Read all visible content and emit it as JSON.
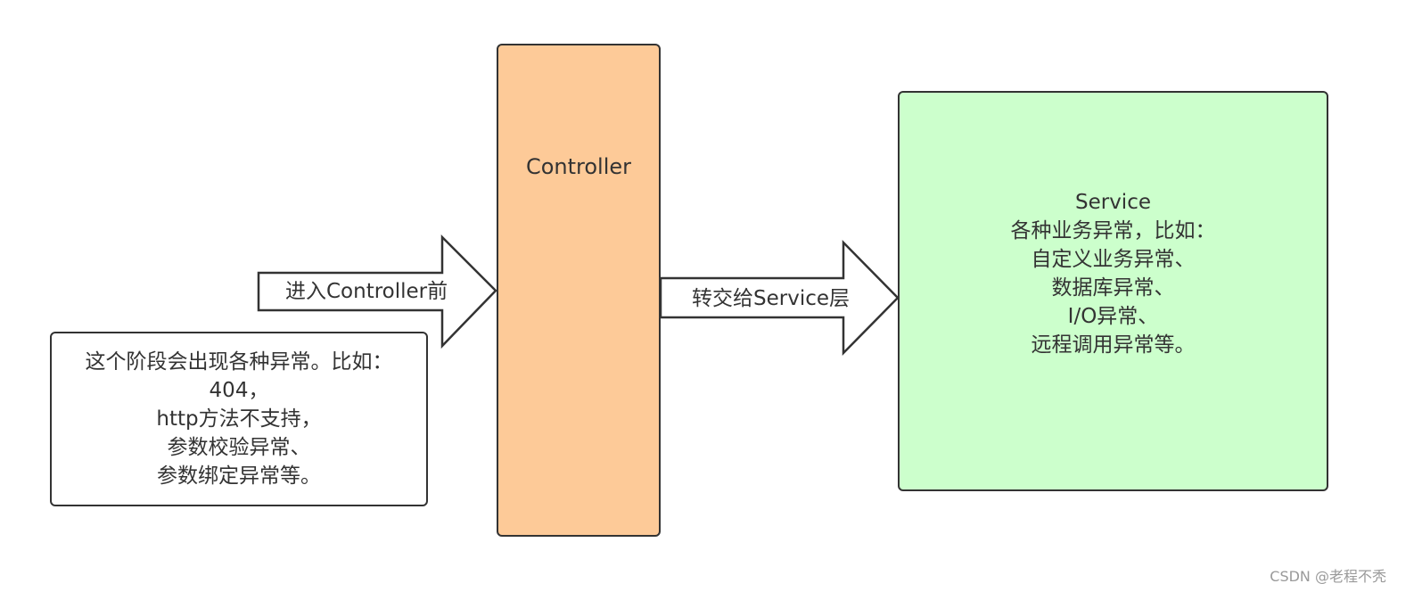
{
  "left_note": {
    "lines": [
      "这个阶段会出现各种异常。比如：",
      "404，",
      "http方法不支持，",
      "参数校验异常、",
      "参数绑定异常等。"
    ]
  },
  "arrow_in": {
    "label": "进入Controller前"
  },
  "controller": {
    "label": "Controller",
    "fill": "#fdca98"
  },
  "arrow_out": {
    "label": "转交给Service层"
  },
  "service": {
    "fill": "#ccffcc",
    "lines": [
      "Service",
      "各种业务异常，比如：",
      "自定义业务异常、",
      "数据库异常、",
      "I/O异常、",
      "远程调用异常等。"
    ]
  },
  "watermark": "CSDN @老程不秃"
}
